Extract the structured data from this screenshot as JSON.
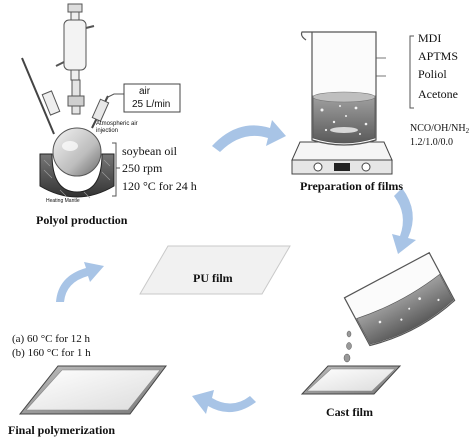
{
  "steps": {
    "polyol": {
      "caption": "Polyol production",
      "air_label": "air",
      "air_rate": "25 L/min",
      "atmospheric_note": "Atmospheric air injection",
      "heating_mantle": "Heating Mantle",
      "oil": "soybean oil",
      "speed": "250 rpm",
      "temperature": "120 °C for 24 h"
    },
    "preparation": {
      "caption": "Preparation of films",
      "components": [
        "MDI",
        "APTMS",
        "Poliol",
        "Acetone"
      ],
      "ratio_label": "NCO/OH/NH",
      "ratio_sub": "2",
      "ratio_values": "1.2/1.0/0.0"
    },
    "cast": {
      "caption": "Cast film"
    },
    "final": {
      "caption": "Final polymerization",
      "condition_a": "(a) 60 °C for 12 h",
      "condition_b": "(b) 160 °C for 1 h"
    },
    "pu": {
      "label": "PU film"
    }
  },
  "colors": {
    "arrow": "#a8c4e6",
    "liquid": "#8c8c8c",
    "metal": "#555555",
    "film": "#f2f2f2"
  }
}
